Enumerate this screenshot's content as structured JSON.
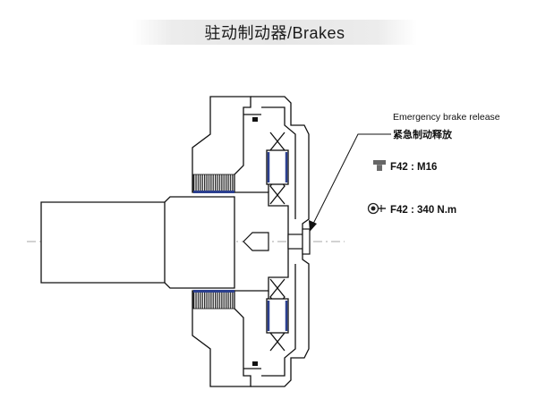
{
  "title": "驻动制动器/Brakes",
  "callout": {
    "label_en": "Emergency brake release",
    "label_zh": "紧急制动释放"
  },
  "specs": [
    {
      "icon": "bolt-icon",
      "text": "F42 : M16"
    },
    {
      "icon": "torque-wrench-icon",
      "text": "F42 : 340 N.m"
    }
  ],
  "colors": {
    "title_band": "#e6e6e6",
    "line": "#111111",
    "friction_plates": "#2a2a2a",
    "seal_accent": "#2b3f8f"
  }
}
